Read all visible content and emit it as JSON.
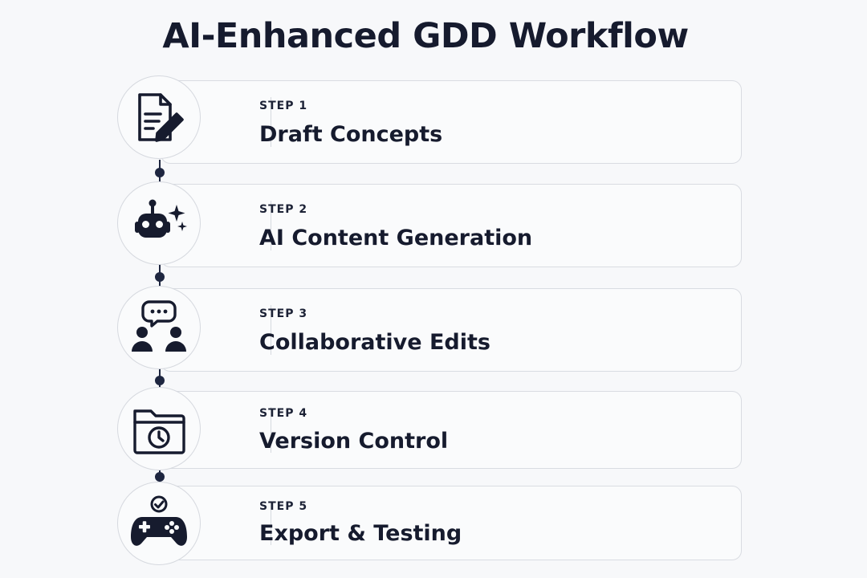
{
  "title": "AI-Enhanced GDD Workflow",
  "colors": {
    "ink": "#161b2e",
    "connector": "#1e2640",
    "card_border": "#d9dce2",
    "background": "#f7f8fa"
  },
  "steps": [
    {
      "label": "STEP 1",
      "name": "Draft Concepts",
      "icon": "document-pencil-icon"
    },
    {
      "label": "STEP 2",
      "name": "AI Content Generation",
      "icon": "robot-sparkle-icon"
    },
    {
      "label": "STEP 3",
      "name": "Collaborative Edits",
      "icon": "people-chat-icon"
    },
    {
      "label": "STEP 4",
      "name": "Version Control",
      "icon": "folder-clock-icon"
    },
    {
      "label": "STEP 5",
      "name": "Export & Testing",
      "icon": "gamepad-check-icon"
    }
  ]
}
